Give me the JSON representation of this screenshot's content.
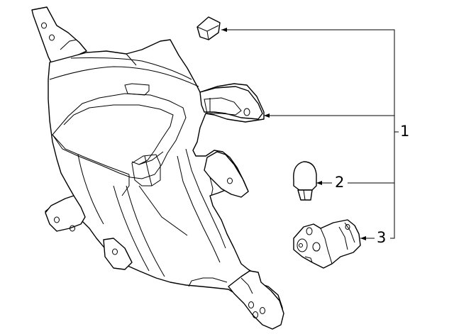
{
  "callouts": [
    {
      "id": "1",
      "label": "1"
    },
    {
      "id": "2",
      "label": "2"
    },
    {
      "id": "3",
      "label": "3"
    }
  ],
  "colors": {
    "line": "#000000",
    "background": "#ffffff"
  },
  "parts": [
    {
      "id": "housing",
      "icon": "fog-lamp-housing-icon"
    },
    {
      "id": "cap",
      "icon": "rubber-cap-icon"
    },
    {
      "id": "bulb",
      "icon": "bulb-icon"
    },
    {
      "id": "socket",
      "icon": "socket-icon"
    }
  ]
}
